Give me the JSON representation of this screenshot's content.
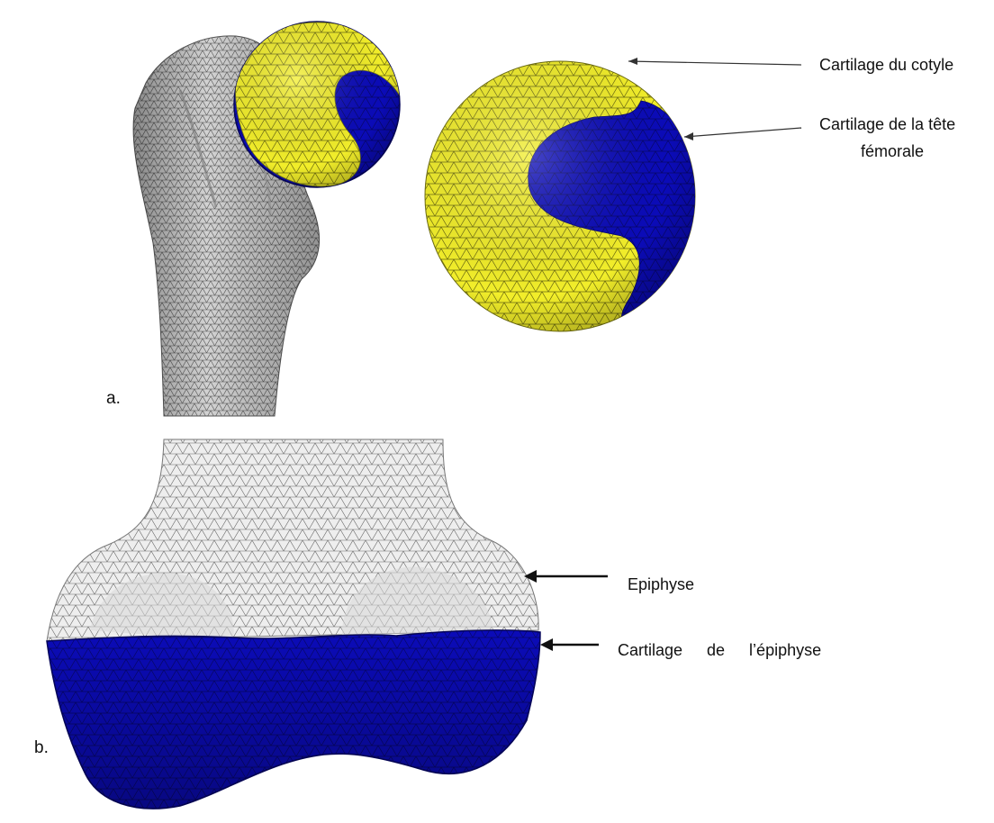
{
  "panels": {
    "a": {
      "letter": "a.",
      "labels": {
        "cotyle": "Cartilage du cotyle",
        "head_line1": "Cartilage de la tête",
        "head_line2": "fémorale"
      }
    },
    "b": {
      "letter": "b.",
      "labels": {
        "epiphyse": "Epiphyse",
        "epiphyse_cartilage": "Cartilage de l’épiphyse"
      }
    }
  },
  "colors": {
    "bone": "#c9c9c9",
    "mesh_line": "#4a4a4a",
    "cartilage_yellow": "#f2ee2a",
    "cartilage_blue": "#0b0bb8",
    "text": "#111111",
    "background": "#ffffff"
  }
}
